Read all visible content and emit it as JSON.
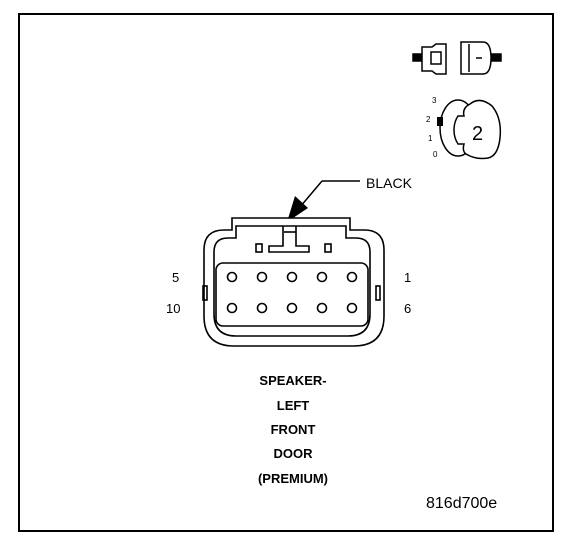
{
  "wire_color_label": "BLACK",
  "cavity_numbers": {
    "top_left": "5",
    "top_right": "1",
    "bottom_left": "10",
    "bottom_right": "6"
  },
  "caption_lines": [
    "SPEAKER-",
    "LEFT",
    "FRONT",
    "DOOR",
    "(PREMIUM)"
  ],
  "connector_icon_number": "2",
  "rating_scale_marks": [
    "3",
    "2",
    "1",
    "0"
  ],
  "figure_code": "816d700e",
  "pin_rows": [
    {
      "count": 5
    },
    {
      "count": 5
    }
  ]
}
